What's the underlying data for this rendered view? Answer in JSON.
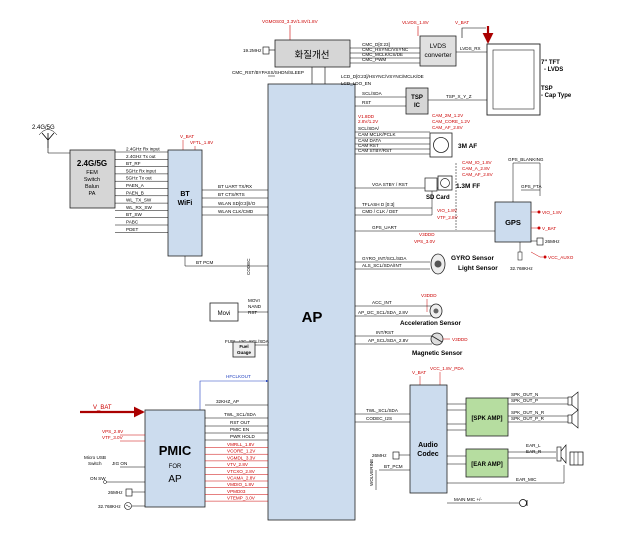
{
  "blocks": {
    "ap": "AP",
    "lcd_ctrl": "화질개선",
    "lvds": [
      "LVDS",
      "converter"
    ],
    "panel": [
      "7\" TFT",
      "- LVDS"
    ],
    "tsp": [
      "TSP",
      "- Cap Type"
    ],
    "tsp_ic": [
      "TSP",
      "IC"
    ],
    "cam": "3M AF",
    "ff": "1.3M FF",
    "sdcard": "SD Card",
    "gps": "GPS",
    "gyro": [
      "GYRO Sensor",
      "Light Sensor"
    ],
    "accel": "Acceleration Sensor",
    "mag": "Magnetic Sensor",
    "bt": [
      "BT",
      "WiFi"
    ],
    "fem": [
      "2.4G/5G",
      "FEM",
      "Switch",
      "Balun",
      "PA"
    ],
    "antenna": "2.4G/5G",
    "movi": "Movi",
    "fuel": [
      "Fuel",
      "Guage"
    ],
    "pmic": [
      "PMIC",
      "FOR",
      "AP"
    ],
    "codec": [
      "Audio",
      "Codec"
    ],
    "spk_amp": "[SPK AMP]",
    "ear_amp": "[EAR AMP]"
  },
  "labels": {
    "vbat": "V_BAT",
    "vbat_big": "V_BAT",
    "top_rail": "VGMOS03_3.3V/1.8V/1.8V",
    "lvds_rail": "VLVDS_1.8V",
    "xtal_19": "19.2MHz",
    "lvds_rx": "LVDS_RX",
    "lcd_bus": [
      "CMC_D[0:23]",
      "CMC_HSYNC/VSYNC",
      "CMC_MCLK/CS/DE",
      "CMC_PWM"
    ],
    "rst_bus": "CMC_RST/BYPASS/SHDN/SLEEP",
    "lcd_data": "LCD_D[0:23]/HSYNC/VSYNC/MCLK/DE",
    "lcd_ldo": "LCD_LDO_EN",
    "tsp_sig": [
      "SCL/SDA",
      "RST"
    ],
    "tsp_xy": "TSP_X_Y_Z",
    "cam_lines": [
      "V1.8DD",
      "2.8V/1.2V",
      "SCL/SDA/",
      "CAM MCLK/PCLK",
      "CAM DATA",
      "CAM RST",
      "CAM STBY/RST"
    ],
    "cam_rails": [
      "CAM_2M_1.2V",
      "CAM_CORE_1.2V",
      "CAM_AF_2.8V"
    ],
    "ff_rails": [
      "CAM_IO_1.8V",
      "CAM_A_2.8V",
      "CAM_AF_2.8V"
    ],
    "vga": "VGA STBY / RST",
    "sd_sig": [
      "TFLASH D [0:3]",
      "CMD / CLK / DET"
    ],
    "sd_rails": [
      "VIO_1.8V",
      "VTF_2.8V"
    ],
    "gps_uart": "GPS_UART",
    "gps_sig": [
      "GPS_BLANKING",
      "GPS_FTA"
    ],
    "gps_rails": [
      "VIO_1.8V",
      "V_BAT"
    ],
    "gps_xtal": "26MHz",
    "gps_32k": "32.768KHz",
    "gps_aux": "VCC_AUXO",
    "gyro_rails": [
      "V3DDD",
      "VPS_3.0V"
    ],
    "gyro_sig": [
      "GYRO_INT/SCL/SDA",
      "ALS_SCL/SDA/INT"
    ],
    "accel_sig": [
      "ACC_INT",
      "AP_I2C_SCL/SDA_2.8V"
    ],
    "accel_rail": "V3DDD",
    "mag_sig": [
      "INT/RST",
      "AP_SCL/SDA_2.8V"
    ],
    "mag_rail": "V3DDD",
    "bt_rails": [
      "V_BAT",
      "VFTL_1.8V"
    ],
    "bt_left": [
      "2.4GHz Rx input",
      "2.4GHz Tx out",
      "BT_RF",
      "5GHz Rx input",
      "5GHz Tx out",
      "PAEN_A",
      "PAEN_B",
      "WL_TX_SW",
      "WL_RX_SW",
      "BT_SW",
      "PABC",
      "PDET"
    ],
    "bt_right": [
      "BT UART TX/RX",
      "BT CTS/RTS",
      "WLAN SD[0:3]/I/O",
      "WLAN CLK/CMD"
    ],
    "bt_pcm": "BT PCM",
    "codec_label": "CODEC",
    "movi_sig": [
      "MOVI",
      "NAND",
      "RST"
    ],
    "fuel_sig": "FUEL_I2C_SCL/SDA",
    "hfclk": "HFCLKOUT",
    "khz32": "32KHZ_AP",
    "pmic_sig": [
      "TWL_SCL/SDA",
      "RST OUT",
      "PMIC EN",
      "PWR HOLD"
    ],
    "pmic_left": [
      "VPS_2.8V",
      "VTF_3.0V"
    ],
    "pmic_rails": [
      "VMRLL_1.8V",
      "VCORE_1.2V",
      "VGMDL_3.3V",
      "VTV_2.8V",
      "VTCXO_2.8V",
      "VCAMA_2.8V",
      "VMDIO_1.8V",
      "VPMD03",
      "VTEMP_3.0V"
    ],
    "pmic_in": [
      "Micro USB",
      "Switch",
      "ON SW",
      "JIG ON",
      "26MHz",
      "32.768KHz"
    ],
    "codec_rails": [
      "V_BAT",
      "VCC_1.8V_PDA"
    ],
    "codec_sig": [
      "TWL_SCL/SDA",
      "CODEC_I2S"
    ],
    "codec_misc": [
      "26MHz",
      "BT_PCM",
      "WOLVERINE"
    ],
    "spk": [
      "SPK_OUT_N",
      "SPK_OUT_P",
      "SPK_OUT_N_R",
      "SPK_OUT_P_R"
    ],
    "ear": [
      "EAR_L",
      "EAR_R"
    ],
    "mic": [
      "EAR_MIC",
      "MAIN MIC +/-"
    ]
  }
}
